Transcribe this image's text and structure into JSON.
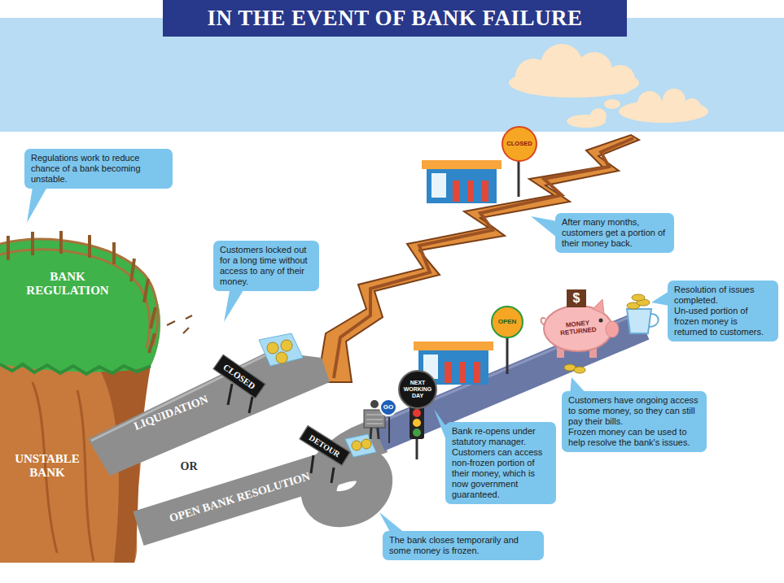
{
  "diagram": {
    "title": "IN THE EVENT OF BANK FAILURE",
    "nodes": [
      {
        "text": [
          "Regulations work to reduce chance of a bank becoming unstable."
        ]
      },
      {
        "text": [
          "CLOSED"
        ]
      },
      {
        "text": [
          "After many months, customers get a portion of their money back."
        ]
      },
      {
        "text": [
          "Customers locked out for a long time without access to any of their money."
        ]
      },
      {
        "text": [
          "$",
          "MONEY RETURNED"
        ]
      },
      {
        "text": [
          "Resolution of issues completed.",
          "Un-used portion of frozen money is returned to customers."
        ]
      },
      {
        "text": [
          "OPEN"
        ]
      },
      {
        "text": [
          "CLOSED"
        ]
      },
      {
        "text": [
          "NEXT WORKING DAY"
        ]
      },
      {
        "text": [
          "GO"
        ]
      },
      {
        "text": [
          "Customers have ongoing access to some money, so they can still pay their bills.",
          "Frozen money can be used to help resolve the bank's issues."
        ]
      },
      {
        "text": [
          "Bank re-opens under statutory manager. Customers can access non-frozen portion of their money, which is now government guaranteed."
        ]
      },
      {
        "text": [
          "DETOUR"
        ]
      },
      {
        "text": [
          "The bank closes temporarily and some money is frozen."
        ]
      }
    ],
    "labels": [
      "BANK REGULATION",
      "UNSTABLE BANK",
      "LIQUIDATION",
      "OR",
      "OPEN BANK RESOLUTION"
    ]
  }
}
